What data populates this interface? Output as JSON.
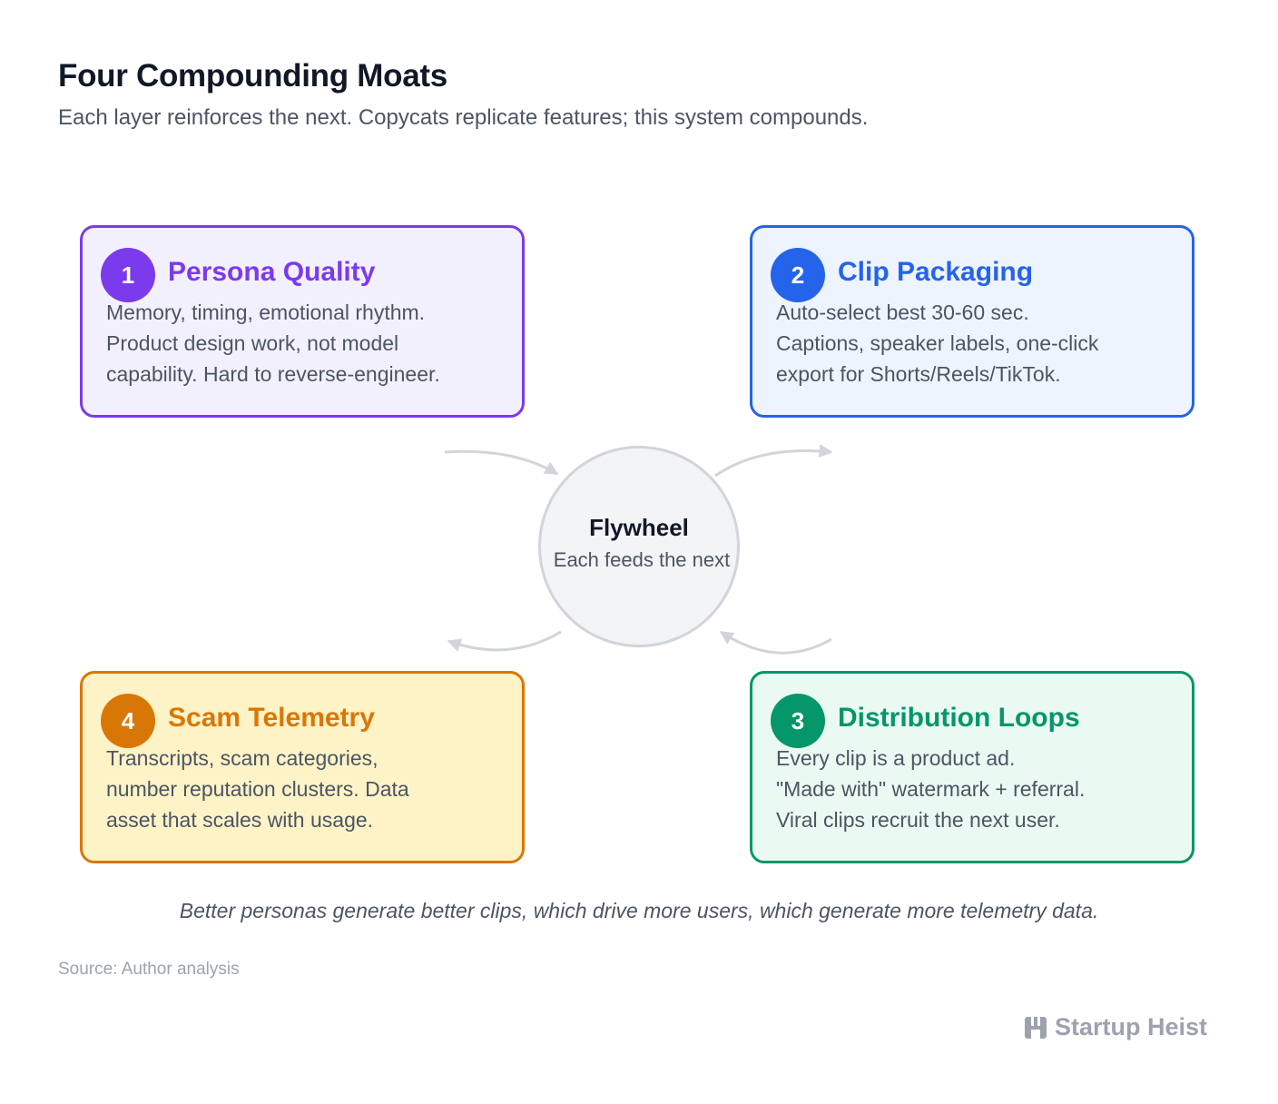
{
  "header": {
    "title": "Four Compounding Moats",
    "subtitle": "Each layer reinforces the next. Copycats replicate features; this system compounds."
  },
  "cards": [
    {
      "number": "1",
      "title": "Persona Quality",
      "lines": [
        "Memory, timing, emotional rhythm.",
        "Product design work, not model",
        "capability. Hard to reverse-engineer."
      ],
      "accent": "#7c3aed",
      "border": "#7c3aed",
      "background": "#f3f0fd"
    },
    {
      "number": "2",
      "title": "Clip Packaging",
      "lines": [
        "Auto-select best 30-60 sec.",
        "Captions, speaker labels, one-click",
        "export for Shorts/Reels/TikTok."
      ],
      "accent": "#2563eb",
      "border": "#2563eb",
      "background": "#eef4fe"
    },
    {
      "number": "3",
      "title": "Distribution Loops",
      "lines": [
        "Every clip is a product ad.",
        "\"Made with\" watermark + referral.",
        "Viral clips recruit the next user."
      ],
      "accent": "#059669",
      "border": "#059669",
      "background": "#eafaf2"
    },
    {
      "number": "4",
      "title": "Scam Telemetry",
      "lines": [
        "Transcripts, scam categories,",
        "number reputation clusters. Data",
        "asset that scales with usage."
      ],
      "accent": "#d97706",
      "border": "#d97706",
      "background": "#fef3c7"
    }
  ],
  "hub": {
    "title": "Flywheel",
    "subtitle": "Each feeds the next"
  },
  "caption": "Better personas generate better clips, which drive more users, which generate more telemetry data.",
  "source": "Source: Author analysis",
  "brand": {
    "name": "Startup Heist",
    "icon": "building-icon"
  },
  "colors": {
    "arrow": "#d1d5db",
    "hub_fill": "#f3f4f6"
  }
}
